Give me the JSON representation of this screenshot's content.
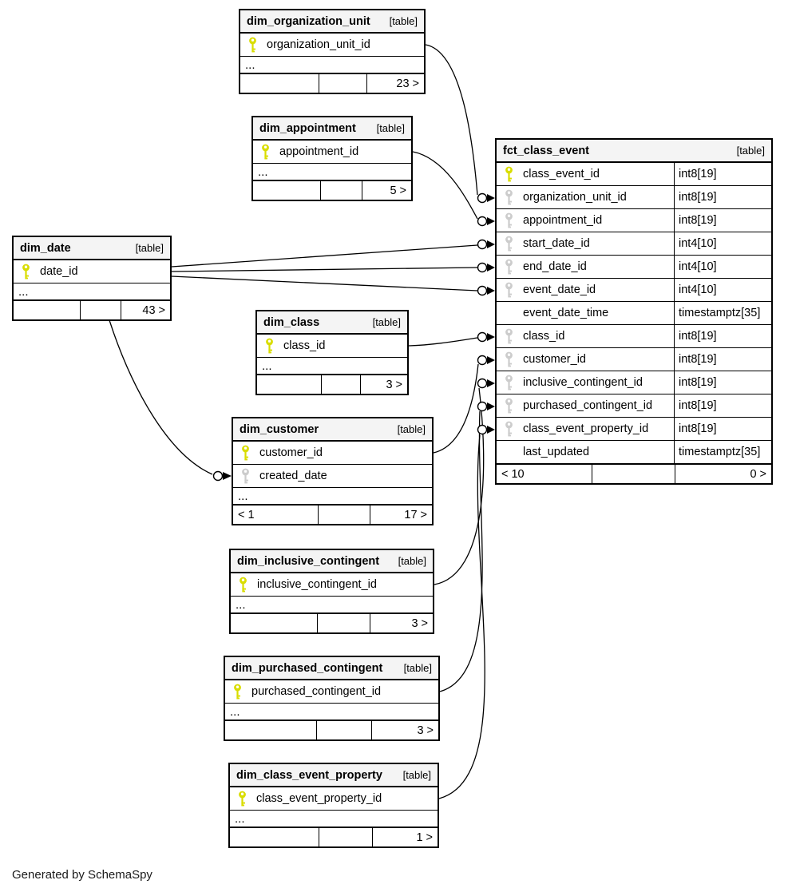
{
  "badge": "[table]",
  "ellipsis": "...",
  "footer_note": "Generated by SchemaSpy",
  "colors": {
    "pk_key": "#d9dd00",
    "fk_key": "#cccccc",
    "header_bg": "#f4f4f4",
    "border": "#000000",
    "line": "#000000"
  },
  "tables": [
    {
      "id": "dim_organization_unit",
      "title": "dim_organization_unit",
      "columns": [
        {
          "name": "organization_unit_id",
          "key": "pk"
        }
      ],
      "footer": [
        "",
        "",
        "23 >"
      ]
    },
    {
      "id": "dim_appointment",
      "title": "dim_appointment",
      "columns": [
        {
          "name": "appointment_id",
          "key": "pk"
        }
      ],
      "footer": [
        "",
        "",
        "5 >"
      ]
    },
    {
      "id": "dim_date",
      "title": "dim_date",
      "columns": [
        {
          "name": "date_id",
          "key": "pk"
        }
      ],
      "footer": [
        "",
        "",
        "43 >"
      ]
    },
    {
      "id": "dim_class",
      "title": "dim_class",
      "columns": [
        {
          "name": "class_id",
          "key": "pk"
        }
      ],
      "footer": [
        "",
        "",
        "3 >"
      ]
    },
    {
      "id": "dim_customer",
      "title": "dim_customer",
      "columns": [
        {
          "name": "customer_id",
          "key": "pk"
        },
        {
          "name": "created_date",
          "key": "fk"
        }
      ],
      "footer": [
        "< 1",
        "",
        "17 >"
      ]
    },
    {
      "id": "dim_inclusive_contingent",
      "title": "dim_inclusive_contingent",
      "columns": [
        {
          "name": "inclusive_contingent_id",
          "key": "pk"
        }
      ],
      "footer": [
        "",
        "",
        "3 >"
      ]
    },
    {
      "id": "dim_purchased_contingent",
      "title": "dim_purchased_contingent",
      "columns": [
        {
          "name": "purchased_contingent_id",
          "key": "pk"
        }
      ],
      "footer": [
        "",
        "",
        "3 >"
      ]
    },
    {
      "id": "dim_class_event_property",
      "title": "dim_class_event_property",
      "columns": [
        {
          "name": "class_event_property_id",
          "key": "pk"
        }
      ],
      "footer": [
        "",
        "",
        "1 >"
      ]
    },
    {
      "id": "fct_class_event",
      "title": "fct_class_event",
      "columns": [
        {
          "name": "class_event_id",
          "type": "int8[19]",
          "key": "pk"
        },
        {
          "name": "organization_unit_id",
          "type": "int8[19]",
          "key": "fk"
        },
        {
          "name": "appointment_id",
          "type": "int8[19]",
          "key": "fk"
        },
        {
          "name": "start_date_id",
          "type": "int4[10]",
          "key": "fk"
        },
        {
          "name": "end_date_id",
          "type": "int4[10]",
          "key": "fk"
        },
        {
          "name": "event_date_id",
          "type": "int4[10]",
          "key": "fk"
        },
        {
          "name": "event_date_time",
          "type": "timestamptz[35]",
          "key": null
        },
        {
          "name": "class_id",
          "type": "int8[19]",
          "key": "fk"
        },
        {
          "name": "customer_id",
          "type": "int8[19]",
          "key": "fk"
        },
        {
          "name": "inclusive_contingent_id",
          "type": "int8[19]",
          "key": "fk"
        },
        {
          "name": "purchased_contingent_id",
          "type": "int8[19]",
          "key": "fk"
        },
        {
          "name": "class_event_property_id",
          "type": "int8[19]",
          "key": "fk"
        },
        {
          "name": "last_updated",
          "type": "timestamptz[35]",
          "key": null
        }
      ],
      "footer": [
        "< 10",
        "",
        "0 >"
      ]
    }
  ],
  "relationships": [
    {
      "from": "dim_organization_unit.organization_unit_id",
      "to": "fct_class_event.organization_unit_id"
    },
    {
      "from": "dim_appointment.appointment_id",
      "to": "fct_class_event.appointment_id"
    },
    {
      "from": "dim_date.date_id",
      "to": "fct_class_event.start_date_id"
    },
    {
      "from": "dim_date.date_id",
      "to": "fct_class_event.end_date_id"
    },
    {
      "from": "dim_date.date_id",
      "to": "fct_class_event.event_date_id"
    },
    {
      "from": "dim_class.class_id",
      "to": "fct_class_event.class_id"
    },
    {
      "from": "dim_customer.customer_id",
      "to": "fct_class_event.customer_id"
    },
    {
      "from": "dim_inclusive_contingent.inclusive_contingent_id",
      "to": "fct_class_event.inclusive_contingent_id"
    },
    {
      "from": "dim_purchased_contingent.purchased_contingent_id",
      "to": "fct_class_event.purchased_contingent_id"
    },
    {
      "from": "dim_class_event_property.class_event_property_id",
      "to": "fct_class_event.class_event_property_id"
    },
    {
      "from": "dim_date.date_id",
      "to": "dim_customer.created_date"
    }
  ]
}
